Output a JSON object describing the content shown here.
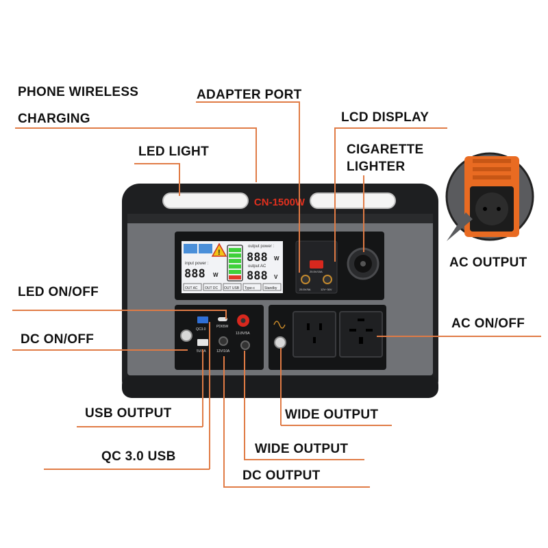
{
  "product": {
    "model": "CN-1500W",
    "colors": {
      "accent": "#e07b45",
      "body": "#6f7175",
      "frame": "#1e1f21",
      "brand_red": "#e0301e",
      "battery_green": "#3fd13a"
    }
  },
  "labels": {
    "phone_wireless_1": "PHONE WIRELESS",
    "phone_wireless_2": "CHARGING",
    "adapter_port": "ADAPTER PORT",
    "lcd_display": "LCD DISPLAY",
    "cigarette_1": "CIGARETTE",
    "cigarette_2": "LIGHTER",
    "led_light": "LED LIGHT",
    "ac_output_inset": "AC OUTPUT",
    "led_onoff": "LED ON/OFF",
    "dc_onoff": "DC ON/OFF",
    "ac_onoff": "AC ON/OFF",
    "usb_output": "USB OUTPUT",
    "wide_output_1": "WIDE OUTPUT",
    "wide_output_2": "WIDE OUTPUT",
    "qc_usb": "QC 3.0 USB",
    "dc_output": "DC OUTPUT"
  },
  "lcd": {
    "input_power_label": "input power :",
    "output_power_label": "output power :",
    "output_ac_label": "output AC",
    "input_digits": "888",
    "output_digits": "888",
    "ac_digits": "888",
    "unit_w": "W",
    "unit_w2": "W",
    "unit_v": "V",
    "indicators": [
      "OUT AC",
      "OUT DC",
      "OUT USB",
      "Type-c",
      "Standby"
    ]
  },
  "ports": {
    "qc_label": "QC3.0",
    "usb_label": "5V/3A",
    "pd_label": "PD65W",
    "dc_label": "13.8V/5A",
    "dc2_label": "12V/10A",
    "adapter_left": "25.5V/5A",
    "adapter_right": "12V~30V",
    "adapter_top": "25.5V/15A"
  }
}
